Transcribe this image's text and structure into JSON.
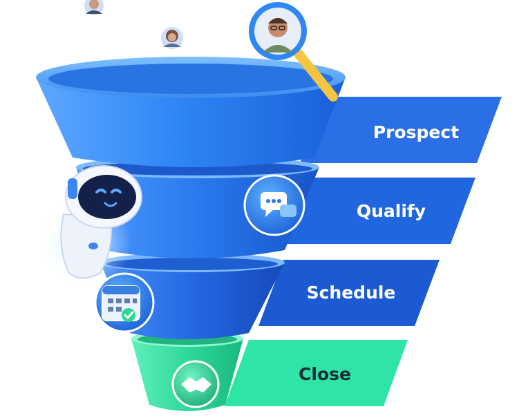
{
  "funnel": {
    "stages": [
      {
        "label": "Prospect",
        "icon": "magnifier-avatar-icon",
        "color": "#2f7ff0"
      },
      {
        "label": "Qualify",
        "icon": "chat-bubble-icon",
        "color": "#2370ea"
      },
      {
        "label": "Schedule",
        "icon": "calendar-check-icon",
        "color": "#1f5fd6"
      },
      {
        "label": "Close",
        "icon": "handshake-icon",
        "color": "#2fdc9e"
      }
    ]
  },
  "decor": {
    "mascot": "robot-mascot-icon",
    "avatars": [
      "avatar-man-icon",
      "avatar-woman-icon",
      "avatar-man-glasses-icon"
    ]
  },
  "colors": {
    "banner_blue": "#1f63e0",
    "banner_text_blue": "#ffffff",
    "banner_green": "#37e6a7",
    "banner_text_green": "#1b2a3a"
  }
}
